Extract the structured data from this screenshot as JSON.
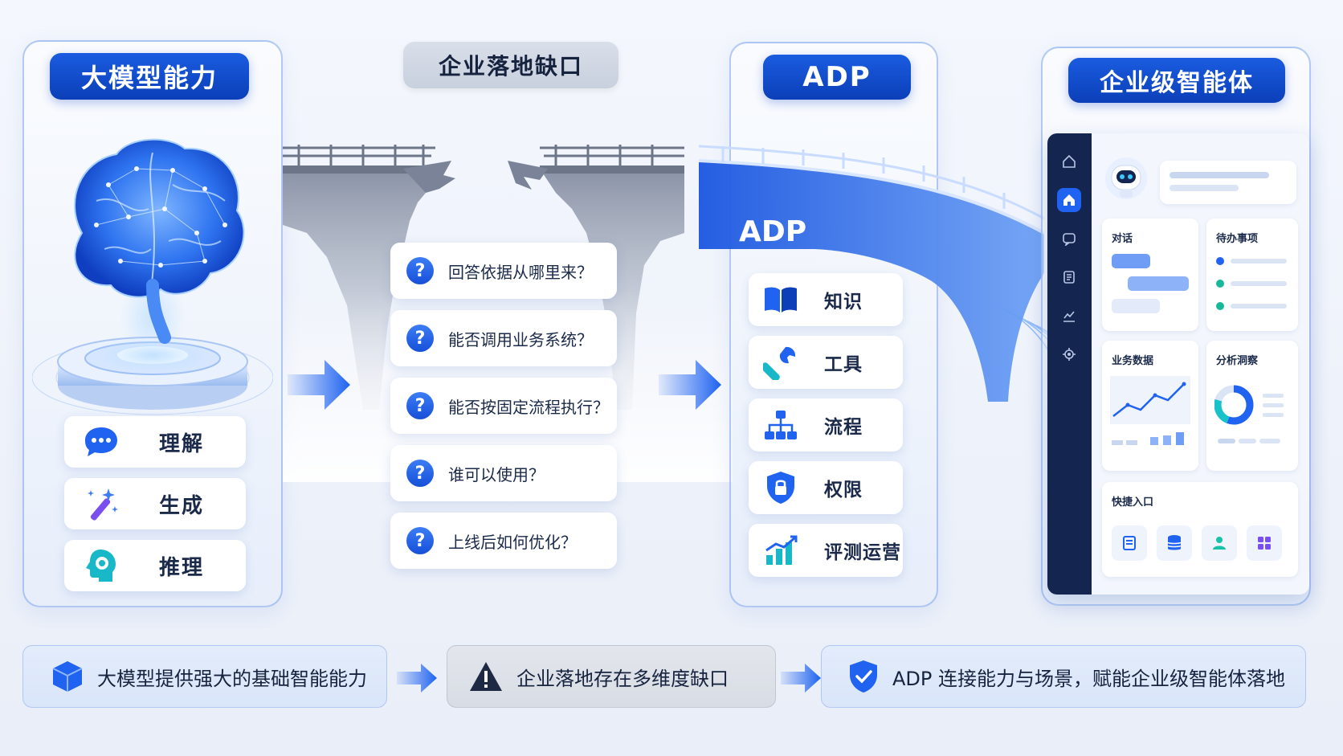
{
  "columns": {
    "llm": {
      "title": "大模型能力",
      "items": [
        {
          "label": "理解",
          "icon": "chat-bubble-icon"
        },
        {
          "label": "生成",
          "icon": "magic-wand-icon"
        },
        {
          "label": "推理",
          "icon": "brain-gear-icon"
        }
      ]
    },
    "gap": {
      "title": "企业落地缺口",
      "questions": [
        "回答依据从哪里来？",
        "能否调用业务系统？",
        "能否按固定流程执行？",
        "谁可以使用？",
        "上线后如何优化？"
      ]
    },
    "adp": {
      "title": "ADP",
      "bridge_label": "ADP",
      "modules": [
        {
          "label": "知识",
          "icon": "book-icon"
        },
        {
          "label": "工具",
          "icon": "wrench-icon"
        },
        {
          "label": "流程",
          "icon": "org-chart-icon"
        },
        {
          "label": "权限",
          "icon": "shield-lock-icon"
        },
        {
          "label": "评测运营",
          "icon": "bar-chart-icon"
        }
      ]
    },
    "agent": {
      "title": "企业级智能体",
      "app": {
        "cards": {
          "chat": "对话",
          "todo": "待办事项",
          "data": "业务数据",
          "insight": "分析洞察",
          "shortcuts": "快捷入口"
        }
      }
    }
  },
  "summary": [
    {
      "text": "大模型提供强大的基础智能能力",
      "icon": "cube-icon"
    },
    {
      "text": "企业落地存在多维度缺口",
      "icon": "warning-icon"
    },
    {
      "text": "ADP 连接能力与场景，赋能企业级智能体落地",
      "icon": "shield-check-icon"
    }
  ],
  "colors": {
    "primary": "#1a5ce0",
    "dark_navy": "#14264f",
    "accent_cyan": "#18c2c8",
    "panel_border": "#78a0eb"
  }
}
